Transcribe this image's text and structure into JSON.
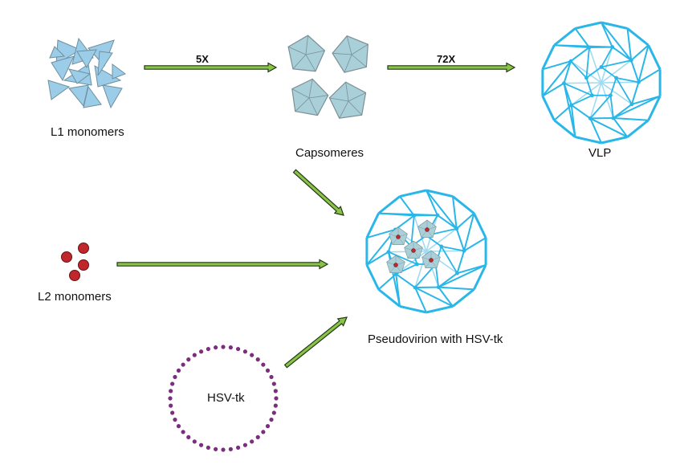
{
  "labels": {
    "l1": "L1 monomers",
    "capsomeres": "Capsomeres",
    "vlp": "VLP",
    "l2": "L2 monomers",
    "pseudovirion": "Pseudovirion with HSV-tk",
    "hsvtk": "HSV-tk"
  },
  "arrow_labels": {
    "a1": "5X",
    "a2": "72X"
  },
  "colors": {
    "triangle_fill": "#9ccde8",
    "triangle_stroke": "#6e8fa0",
    "capsomere_fill": "#a9cfd8",
    "capsomere_stroke": "#7a8f96",
    "sphere": "#29b6e8",
    "sphere_light": "#9fdcf2",
    "arrow_fill": "#8bc34a",
    "arrow_stroke": "#1f3a12",
    "l2_dot": "#c0272d",
    "hsvtk_dot": "#7b2d7e"
  }
}
